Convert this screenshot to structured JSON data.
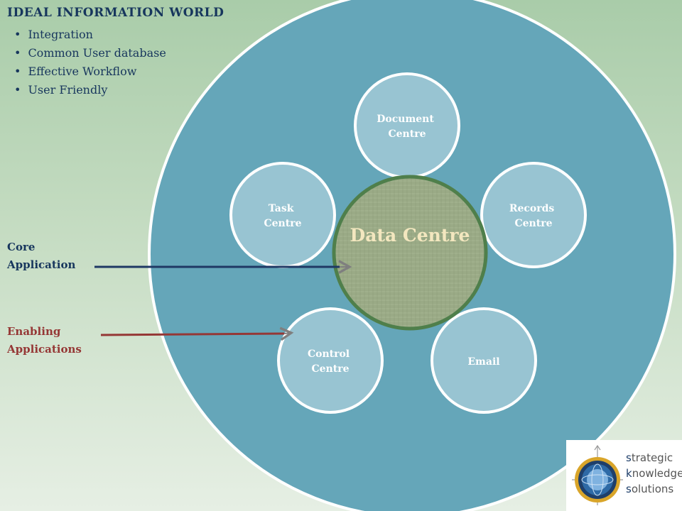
{
  "title": "IDEAL  INFORMATION  WORLD",
  "bullets": [
    "Integration",
    "Common User database",
    "Effective Workflow",
    "User Friendly"
  ],
  "labels": {
    "core": [
      "Core",
      "Application"
    ],
    "enabling": [
      "Enabling",
      "Applications"
    ]
  },
  "center": {
    "label": "Data Centre"
  },
  "nodes": [
    {
      "id": "document",
      "lines": [
        "Document",
        "Centre"
      ]
    },
    {
      "id": "records",
      "lines": [
        "Records",
        "Centre"
      ]
    },
    {
      "id": "email",
      "lines": [
        "Email"
      ]
    },
    {
      "id": "control",
      "lines": [
        "Control",
        "Centre"
      ]
    },
    {
      "id": "task",
      "lines": [
        "Task",
        "Centre"
      ]
    }
  ],
  "logo": {
    "initials": [
      "s",
      "k",
      "s"
    ],
    "rest": [
      "trategic",
      "nowledge",
      "olutions"
    ]
  },
  "colors": {
    "big_circle": "#65a6b9",
    "node_fill": "#98c4d2",
    "center_fill": "#99a985",
    "center_border": "#4f7f4b",
    "core_arrow": "#1f3864",
    "enabling_arrow": "#953735"
  }
}
